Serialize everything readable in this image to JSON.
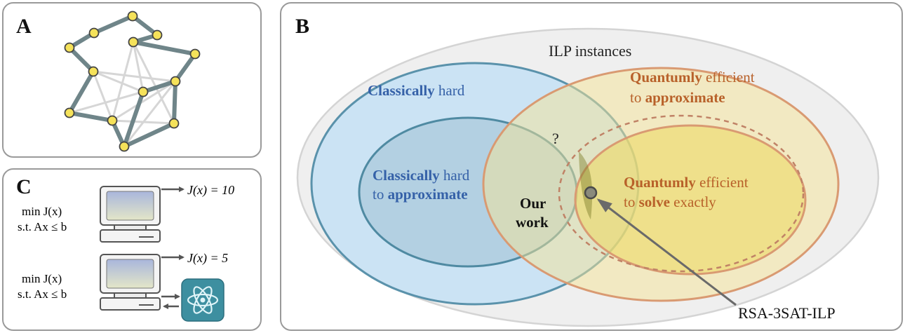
{
  "panels": {
    "a_label": "A",
    "b_label": "B",
    "c_label": "C"
  },
  "panel_b": {
    "universe_label": "ILP instances",
    "classically_hard": {
      "bold": "Classically",
      "rest": " hard"
    },
    "classically_hard_approx": {
      "line1_bold": "Classically",
      "line1_rest": " hard",
      "line2_plain": "to ",
      "line2_bold": "approximate"
    },
    "quantum_approx": {
      "line1_bold": "Quantumly",
      "line1_rest": " efficient",
      "line2_plain": "to ",
      "line2_bold": "approximate"
    },
    "quantum_solve": {
      "line1_bold": "Quantumly",
      "line1_rest": " efficient",
      "line2_plain": "to ",
      "line2_bold": "solve",
      "line2_rest": " exactly"
    },
    "our_work": {
      "line1": "Our",
      "line2": "work"
    },
    "question": "?",
    "callout": "RSA-3SAT-ILP"
  },
  "panel_c": {
    "top": {
      "problem_line1": "min J(x)",
      "problem_line2": "s.t. Ax ≤ b",
      "result": "J(x) = 10"
    },
    "bottom": {
      "problem_line1": "min J(x)",
      "problem_line2": "s.t. Ax ≤ b",
      "result": "J(x) = 5"
    }
  },
  "colors": {
    "blue_text": "#3561a8",
    "orange_text": "#b8612a",
    "node_fill": "#f5e25a",
    "heavy_edge": "#6f8589",
    "light_edge": "#d6d6d6",
    "quantum_box": "#3d8fa0"
  },
  "icons": [
    "computer-icon",
    "computer-icon",
    "atom-icon"
  ]
}
